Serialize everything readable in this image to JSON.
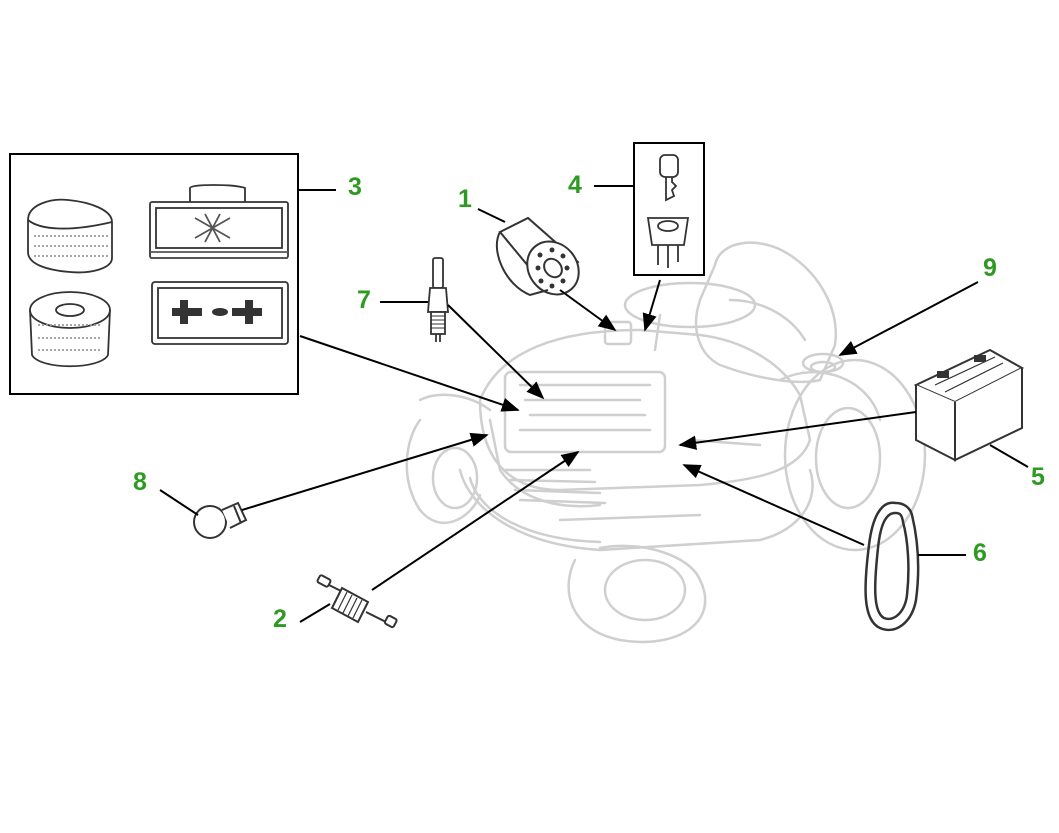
{
  "diagram": {
    "callout_color": "#2e9a22",
    "line_color": "#000000",
    "ghost_color": "#cfcfcf",
    "callouts": [
      {
        "id": "c1",
        "label": "1",
        "part": "oil-filter"
      },
      {
        "id": "c2",
        "label": "2",
        "part": "fuel-filter"
      },
      {
        "id": "c3",
        "label": "3",
        "part": "air-filters"
      },
      {
        "id": "c4",
        "label": "4",
        "part": "ignition-key-switch"
      },
      {
        "id": "c5",
        "label": "5",
        "part": "battery"
      },
      {
        "id": "c6",
        "label": "6",
        "part": "drive-belt"
      },
      {
        "id": "c7",
        "label": "7",
        "part": "spark-plug"
      },
      {
        "id": "c8",
        "label": "8",
        "part": "light-bulb"
      },
      {
        "id": "c9",
        "label": "9",
        "part": "fuel-cap"
      }
    ]
  }
}
